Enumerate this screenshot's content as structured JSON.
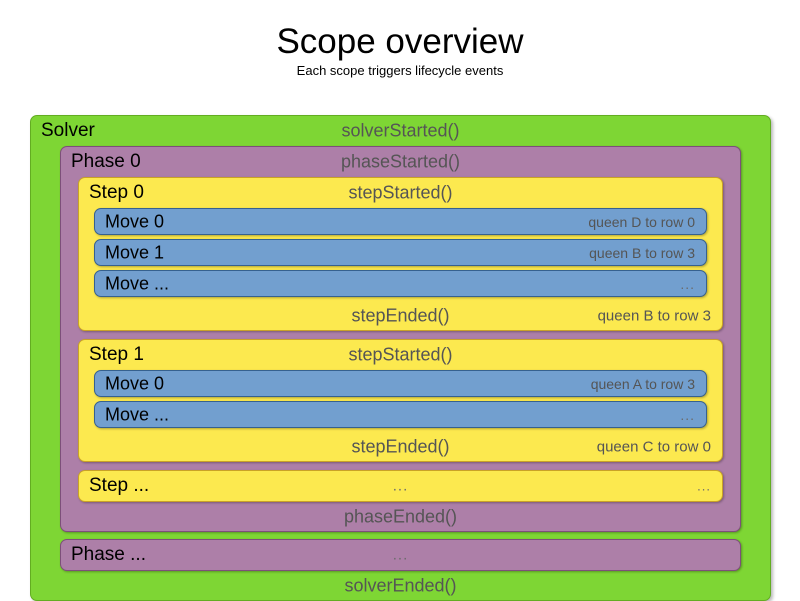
{
  "header": {
    "title": "Scope overview",
    "subtitle": "Each scope triggers lifecycle events"
  },
  "colors": {
    "solver": "#7ed634",
    "solver_border": "#63ad21",
    "phase": "#ad7fa8",
    "phase_border": "#7d4f7a",
    "step": "#fce94f",
    "step_border": "#c9a227",
    "move": "#729fcf",
    "move_border": "#36618f",
    "event_text": "#555555",
    "label_text": "#000000",
    "background": "#ffffff"
  },
  "solver": {
    "label": "Solver",
    "started_event": "solverStarted()",
    "ended_event": "solverEnded()",
    "phases": [
      {
        "label": "Phase 0",
        "started_event": "phaseStarted()",
        "ended_event": "phaseEnded()",
        "steps": [
          {
            "label": "Step 0",
            "started_event": "stepStarted()",
            "ended_event": "stepEnded()",
            "ended_detail": "queen B to row 3",
            "moves": [
              {
                "label": "Move 0",
                "detail": "queen D to row 0"
              },
              {
                "label": "Move 1",
                "detail": "queen B to row 3"
              },
              {
                "label": "Move ...",
                "detail": "..."
              }
            ]
          },
          {
            "label": "Step 1",
            "started_event": "stepStarted()",
            "ended_event": "stepEnded()",
            "ended_detail": "queen C to row 0",
            "moves": [
              {
                "label": "Move 0",
                "detail": "queen A to row 3"
              },
              {
                "label": "Move ...",
                "detail": "..."
              }
            ]
          },
          {
            "label": "Step ...",
            "started_event": "...",
            "ended_event": "",
            "ended_detail": "...",
            "moves": []
          }
        ]
      },
      {
        "label": "Phase ...",
        "started_event": "...",
        "ended_event": "",
        "ended_detail": "",
        "steps": []
      }
    ]
  }
}
